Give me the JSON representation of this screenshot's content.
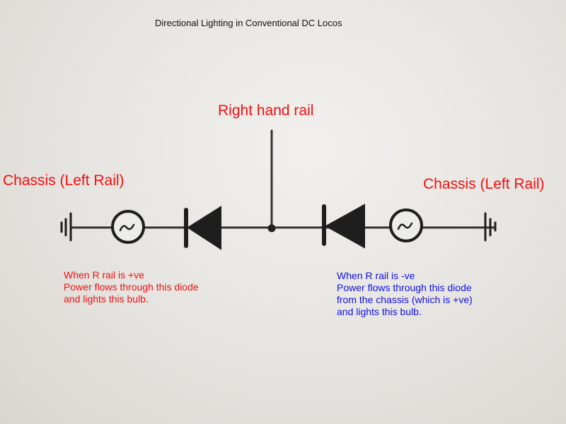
{
  "title": "Directional Lighting in Conventional DC Locos",
  "labels": {
    "right_rail": "Right hand rail",
    "chassis_left": "Chassis (Left Rail)",
    "chassis_right": "Chassis (Left Rail)"
  },
  "notes": {
    "left": [
      "When R rail is +ve",
      "Power flows through this diode",
      "and lights this bulb."
    ],
    "right": [
      "When R rail is -ve",
      "Power flows through this diode",
      "from the chassis (which is +ve)",
      "and lights this bulb."
    ]
  },
  "colors": {
    "red": "#f01010",
    "blue": "#1010e0",
    "ink": "#1a1a1a"
  }
}
